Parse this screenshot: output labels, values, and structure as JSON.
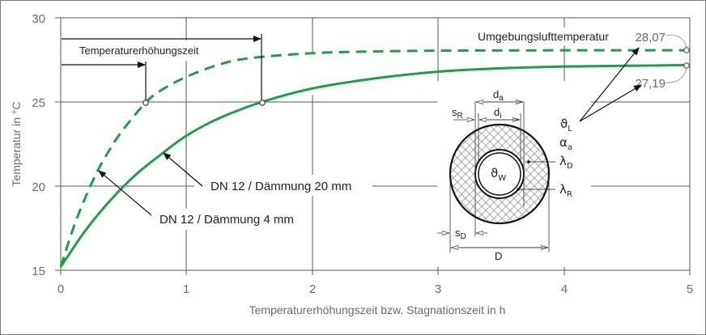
{
  "chart_data": {
    "type": "line",
    "title": "",
    "xlabel": "Temperaturerhöhungszeit bzw. Stagnationszeit  in h",
    "ylabel": "Temperatur in °C",
    "xlim": [
      0,
      5
    ],
    "ylim": [
      15,
      30
    ],
    "x_ticks": [
      "0",
      "1",
      "2",
      "3",
      "4",
      "5"
    ],
    "y_ticks": [
      "15",
      "20",
      "25",
      "30"
    ],
    "grid": true,
    "series": [
      {
        "name": "DN 12 / Dämmung 4 mm",
        "style": "dashed",
        "color": "#1f9e45",
        "x": [
          0,
          0.1,
          0.2,
          0.3,
          0.4,
          0.5,
          0.68,
          0.8,
          1.0,
          1.25,
          1.5,
          2.0,
          2.5,
          3.0,
          3.5,
          4.0,
          4.5,
          5.0
        ],
        "values": [
          15.2,
          17.5,
          19.4,
          21.0,
          22.3,
          23.4,
          25.0,
          25.7,
          26.5,
          27.2,
          27.6,
          27.9,
          28.0,
          28.05,
          28.06,
          28.07,
          28.07,
          28.07
        ]
      },
      {
        "name": "DN 12 / Dämmung 20 mm",
        "style": "solid",
        "color": "#1f9e45",
        "x": [
          0,
          0.2,
          0.4,
          0.6,
          0.8,
          1.0,
          1.25,
          1.6,
          2.0,
          2.5,
          3.0,
          3.5,
          4.0,
          4.5,
          5.0
        ],
        "values": [
          15.2,
          17.4,
          19.2,
          20.7,
          21.9,
          23.0,
          24.0,
          25.0,
          25.8,
          26.4,
          26.8,
          27.0,
          27.1,
          27.15,
          27.19
        ]
      }
    ],
    "annotations": [
      {
        "text": "Temperaturerhöhungszeit",
        "arrows_to_x": [
          0.68,
          1.6
        ],
        "at_y": 25
      },
      {
        "text": "Umgebungslufttemperatur",
        "value_labels": [
          "28,07",
          "27,19"
        ]
      },
      {
        "text": "DN 12 / Dämmung 20 mm",
        "points_to": "solid curve"
      },
      {
        "text": "DN 12 / Dämmung 4 mm",
        "points_to": "dashed curve"
      }
    ],
    "end_values": {
      "dashed": "28,07",
      "solid": "27,19"
    }
  },
  "labels": {
    "temp_rise": "Temperaturerhöhungszeit",
    "ambient": "Umgebungslufttemperatur",
    "val_dashed": "28,07",
    "val_solid": "27,19",
    "series_20": "DN 12 / Dämmung 20 mm",
    "series_4": "DN 12 / Dämmung 4 mm",
    "xlabel": "Temperaturerhöhungszeit bzw. Stagnationszeit  in h",
    "ylabel": "Temperatur in °C"
  },
  "diagram": {
    "d_a": "d",
    "d_a_sub": "a",
    "d_i": "d",
    "d_i_sub": "i",
    "s_R": "s",
    "s_R_sub": "R",
    "s_D": "s",
    "s_D_sub": "D",
    "D": "D",
    "theta_W": "ϑ",
    "theta_W_sub": "W",
    "theta_L": "ϑ",
    "theta_L_sub": "L",
    "alpha_a": "α",
    "alpha_a_sub": "a",
    "lambda_D": "λ",
    "lambda_D_sub": "D",
    "lambda_R": "λ",
    "lambda_R_sub": "R"
  },
  "colors": {
    "curve": "#1f9e45",
    "grid": "#595959",
    "tick_text": "#6b6b6b"
  }
}
